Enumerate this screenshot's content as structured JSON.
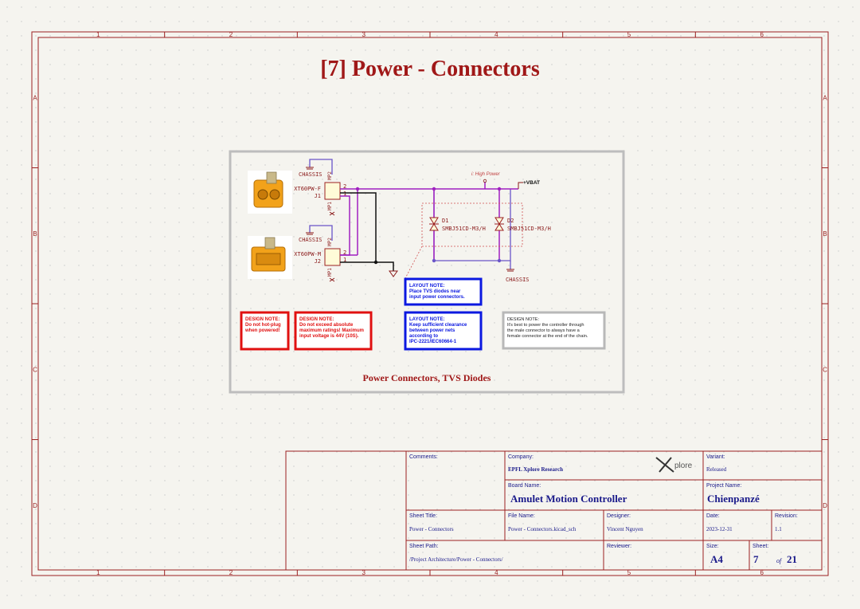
{
  "colors": {
    "frame": "#9b2020",
    "wire": "#a020c0",
    "bus_dark": "#111111",
    "chassis_wire": "#6a55c8",
    "note_red": "#e01010",
    "note_blue": "#0b18e0",
    "note_grey": "#b8b8b8",
    "text_blue": "#1a1a8a",
    "title_red": "#a01818"
  },
  "border": {
    "top_numbers": [
      "1",
      "2",
      "3",
      "4",
      "5",
      "6"
    ],
    "bottom_numbers": [
      "1",
      "2",
      "3",
      "4",
      "5",
      "6"
    ],
    "left_letters": [
      "A",
      "B",
      "C",
      "D"
    ],
    "right_letters": [
      "A",
      "B",
      "C",
      "D"
    ]
  },
  "page_title": "[7] Power - Connectors",
  "group_title": "Power Connectors, TVS Diodes",
  "schematic": {
    "j1": {
      "ref": "J1",
      "value": "XT60PW-F",
      "pin1": "1",
      "pin2": "2",
      "mp1": "MP1",
      "mp2": "MP2"
    },
    "j2": {
      "ref": "J2",
      "value": "XT60PW-M",
      "pin1": "1",
      "pin2": "2",
      "mp1": "MP1",
      "mp2": "MP2"
    },
    "chassis_label": "CHASSIS",
    "net_class": "i: High Power",
    "vbat": "+VBAT",
    "d1": {
      "ref": "D1",
      "value": "SMBJ51CD-M3/H"
    },
    "d2": {
      "ref": "D2",
      "value": "SMBJ51CD-M3/H"
    }
  },
  "notes": {
    "hotplug": {
      "title": "DESIGN NOTE:",
      "lines": [
        "Do not hot-plug",
        "when powered!"
      ]
    },
    "ratings": {
      "title": "DESIGN NOTE:",
      "lines": [
        "Do not exceed absolute",
        "maximum ratings! Maximum",
        "input voltage is 44V (10S)."
      ]
    },
    "layout_tvs": {
      "title": "LAYOUT NOTE:",
      "lines": [
        "Place TVS diodes near",
        "input power connectors."
      ]
    },
    "layout_clearance": {
      "title": "LAYOUT NOTE:",
      "lines": [
        "Keep sufficient clearance",
        "between power nets",
        "according to",
        "IPC-2221/IEC60664-1"
      ]
    },
    "chain": {
      "title": "DESIGN NOTE:",
      "lines": [
        "It's best to power the controller through",
        "the male connector to always have a",
        "female connector at the end of the chain."
      ]
    }
  },
  "title_block": {
    "comments_label": "Comments:",
    "company_label": "Company:",
    "company": "EPFL Xplore Research",
    "logo_text": "plore",
    "variant_label": "Variant:",
    "variant": "Released",
    "board_label": "Board Name:",
    "board": "Amulet Motion Controller",
    "project_label": "Project Name:",
    "project": "Chienpanzé",
    "sheet_title_label": "Sheet Title:",
    "sheet_title": "Power - Connectors",
    "file_label": "File Name:",
    "file": "Power - Connectors.kicad_sch",
    "designer_label": "Designer:",
    "designer": "Vincent Nguyen",
    "date_label": "Date:",
    "date": "2023-12-31",
    "revision_label": "Revision:",
    "revision": "1.1",
    "path_label": "Sheet Path:",
    "path": "/Project Architecture/Power - Connectors/",
    "reviewer_label": "Reviewer:",
    "size_label": "Size:",
    "size": "A4",
    "sheet_label": "Sheet:",
    "sheet": "7",
    "of_label": "of",
    "total": "21"
  }
}
